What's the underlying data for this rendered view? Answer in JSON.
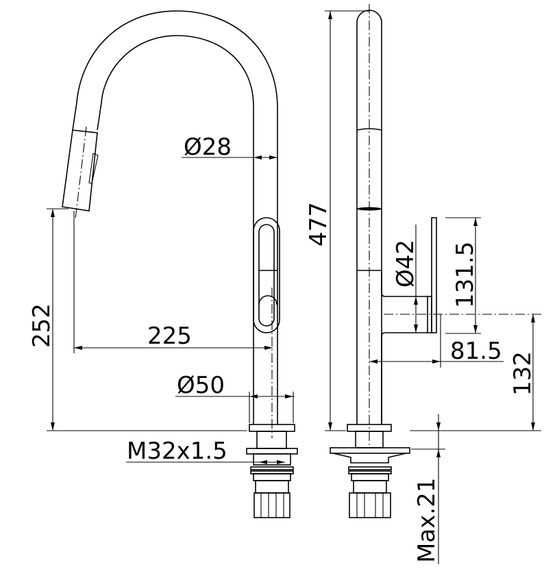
{
  "drawing": {
    "title": "Pull-down kitchen faucet technical drawing",
    "front_view": {
      "dimensions": {
        "spout_diameter": "Ø28",
        "spout_reach": "225",
        "spout_outlet_height": "252",
        "base_diameter": "Ø50",
        "thread": "M32x1.5"
      }
    },
    "side_view": {
      "dimensions": {
        "total_height": "477",
        "handle_diameter": "Ø42",
        "handle_plate_height": "131.5",
        "handle_projection": "81.5",
        "handle_axis_height": "132",
        "max_deck_thickness": "Max.21"
      }
    },
    "colors": {
      "line": "#000000",
      "background": "#ffffff"
    }
  }
}
